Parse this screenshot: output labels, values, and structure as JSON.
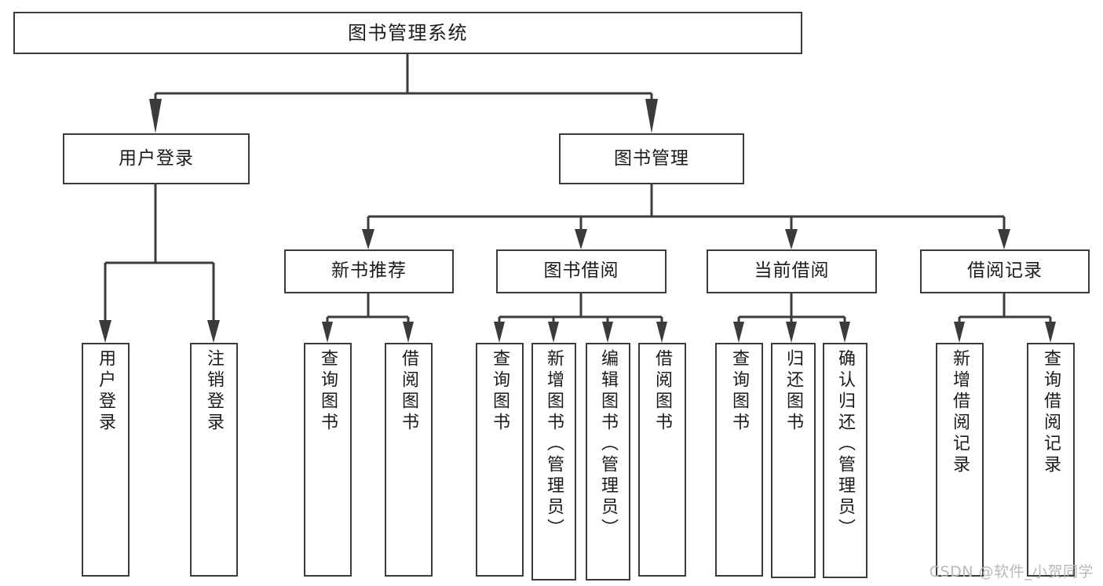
{
  "diagram": {
    "title": "图书管理系统",
    "type": "tree",
    "watermark": "CSDN @软件_小贺同学",
    "stroke_color": "#3b3b3b",
    "fill_color": "#ffffff",
    "text_color": "#1b1b1b",
    "watermark_color": "#b9b9b9"
  },
  "nodes": {
    "root": {
      "label": "图书管理系统"
    },
    "level2": [
      {
        "id": "user-login",
        "label": "用户登录"
      },
      {
        "id": "book-manage",
        "label": "图书管理"
      }
    ],
    "level3": [
      {
        "id": "new-book-recommend",
        "label": "新书推荐"
      },
      {
        "id": "book-borrow",
        "label": "图书借阅"
      },
      {
        "id": "current-borrow",
        "label": "当前借阅"
      },
      {
        "id": "borrow-record",
        "label": "借阅记录"
      }
    ],
    "leaves": {
      "user_login": [
        {
          "id": "leaf-user-login",
          "label": "用户登录"
        },
        {
          "id": "leaf-logout",
          "label": "注销登录"
        }
      ],
      "new_book_recommend": [
        {
          "id": "leaf-query-book-1",
          "label": "查询图书"
        },
        {
          "id": "leaf-borrow-book-1",
          "label": "借阅图书"
        }
      ],
      "book_borrow": [
        {
          "id": "leaf-query-book-2",
          "label": "查询图书"
        },
        {
          "id": "leaf-add-book",
          "label": "新增图书（管理员）"
        },
        {
          "id": "leaf-edit-book",
          "label": "编辑图书（管理员）"
        },
        {
          "id": "leaf-borrow-book-2",
          "label": "借阅图书"
        }
      ],
      "current_borrow": [
        {
          "id": "leaf-query-book-3",
          "label": "查询图书"
        },
        {
          "id": "leaf-return-book",
          "label": "归还图书"
        },
        {
          "id": "leaf-confirm-return",
          "label": "确认归还（管理员）"
        }
      ],
      "borrow_record": [
        {
          "id": "leaf-add-record",
          "label": "新增借阅记录"
        },
        {
          "id": "leaf-query-record",
          "label": "查询借阅记录"
        }
      ]
    }
  }
}
